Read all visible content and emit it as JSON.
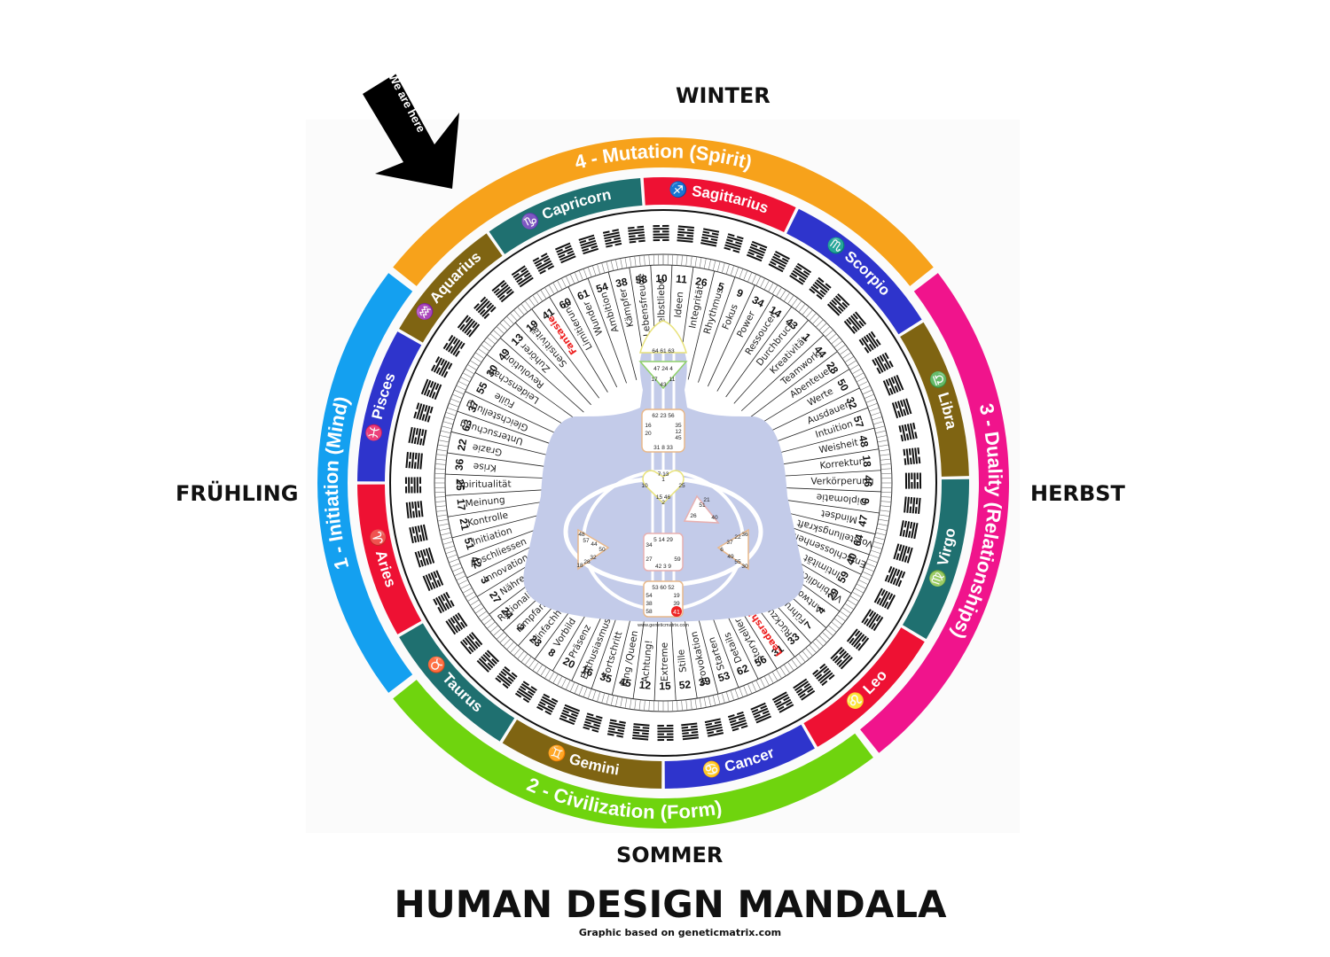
{
  "seasons": {
    "top": "WINTER",
    "bottom": "SOMMER",
    "left": "FRÜHLING",
    "right": "HERBST"
  },
  "title": "HUMAN DESIGN MANDALA",
  "credit": "Graphic based on geneticmatrix.com",
  "marker": {
    "label": "We are here",
    "color": "#000000"
  },
  "watermark": "www.geneticmatrix.com",
  "quarters": [
    {
      "label": "4 - Mutation (Spirit)",
      "color": "#f7a21b",
      "start": -52,
      "end": 52
    },
    {
      "label": "3 - Duality (Relationships)",
      "color": "#f0148c",
      "start": 52,
      "end": 142
    },
    {
      "label": "2 - Civilization (Form)",
      "color": "#6fd40e",
      "start": 142,
      "end": 232
    },
    {
      "label": "1 - Initiation (Mind)",
      "color": "#14a0f0",
      "start": 232,
      "end": 308
    }
  ],
  "zodiac": [
    {
      "name": "Capricorn",
      "symbol": "♑",
      "color": "#1f7070",
      "start": -35,
      "end": -4
    },
    {
      "name": "Sagittarius",
      "symbol": "♐",
      "color": "#ee1133",
      "start": -4,
      "end": 26
    },
    {
      "name": "Scorpio",
      "symbol": "♏",
      "color": "#2e34cc",
      "start": 26,
      "end": 58
    },
    {
      "name": "Libra",
      "symbol": "♎",
      "color": "#7f6412",
      "start": 58,
      "end": 89
    },
    {
      "name": "Virgo",
      "symbol": "♍",
      "color": "#1f7070",
      "start": 89,
      "end": 121
    },
    {
      "name": "Leo",
      "symbol": "♌",
      "color": "#ee1133",
      "start": 121,
      "end": 150
    },
    {
      "name": "Cancer",
      "symbol": "♋",
      "color": "#2e34cc",
      "start": 150,
      "end": 180
    },
    {
      "name": "Gemini",
      "symbol": "♊",
      "color": "#7f6412",
      "start": 180,
      "end": 212
    },
    {
      "name": "Taurus",
      "symbol": "♉",
      "color": "#1f7070",
      "start": 212,
      "end": 240
    },
    {
      "name": "Aries",
      "symbol": "♈",
      "color": "#ee1133",
      "start": 240,
      "end": 270
    },
    {
      "name": "Pisces",
      "symbol": "♓",
      "color": "#2e34cc",
      "start": 270,
      "end": 300
    },
    {
      "name": "Aquarius",
      "symbol": "♒",
      "color": "#7f6412",
      "start": 300,
      "end": 325
    }
  ],
  "gates": [
    {
      "gate": 10,
      "keyword": "Selbstliebe"
    },
    {
      "gate": 11,
      "keyword": "Ideen"
    },
    {
      "gate": 26,
      "keyword": "Integrität"
    },
    {
      "gate": 5,
      "keyword": "Rhythmus"
    },
    {
      "gate": 9,
      "keyword": "Fokus"
    },
    {
      "gate": 34,
      "keyword": "Power"
    },
    {
      "gate": 14,
      "keyword": "Ressoucen"
    },
    {
      "gate": 43,
      "keyword": "Durchbruch"
    },
    {
      "gate": 1,
      "keyword": "Kreativität"
    },
    {
      "gate": 44,
      "keyword": "Teamwork"
    },
    {
      "gate": 28,
      "keyword": "Abenteuer"
    },
    {
      "gate": 50,
      "keyword": "Werte"
    },
    {
      "gate": 32,
      "keyword": "Ausdauer"
    },
    {
      "gate": 57,
      "keyword": "Intuition"
    },
    {
      "gate": 48,
      "keyword": "Weisheit"
    },
    {
      "gate": 18,
      "keyword": "Korrektur"
    },
    {
      "gate": 46,
      "keyword": "Verkörperung"
    },
    {
      "gate": 6,
      "keyword": "Diplomatie"
    },
    {
      "gate": 47,
      "keyword": "Mindset"
    },
    {
      "gate": 64,
      "keyword": "Vorstellungskraft"
    },
    {
      "gate": 40,
      "keyword": "Entschlossenheit"
    },
    {
      "gate": 59,
      "keyword": "Intimität"
    },
    {
      "gate": 29,
      "keyword": "Verbindlichkeit"
    },
    {
      "gate": 4,
      "keyword": "Antworten"
    },
    {
      "gate": 7,
      "keyword": "Führung"
    },
    {
      "gate": 33,
      "keyword": "Rückzug"
    },
    {
      "gate": 31,
      "keyword": "Leadership",
      "highlight": true
    },
    {
      "gate": 56,
      "keyword": "Storyteller"
    },
    {
      "gate": 62,
      "keyword": "Details"
    },
    {
      "gate": 53,
      "keyword": "Starten"
    },
    {
      "gate": 39,
      "keyword": "Provokation"
    },
    {
      "gate": 52,
      "keyword": "Stille"
    },
    {
      "gate": 15,
      "keyword": "Extreme"
    },
    {
      "gate": 12,
      "keyword": "Achtung!"
    },
    {
      "gate": 45,
      "keyword": "King /Queen"
    },
    {
      "gate": 35,
      "keyword": "Fortschritt"
    },
    {
      "gate": 16,
      "keyword": "Enthusiasmus"
    },
    {
      "gate": 20,
      "keyword": "Präsenz"
    },
    {
      "gate": 8,
      "keyword": "Vorbild"
    },
    {
      "gate": 23,
      "keyword": "Einfachheit"
    },
    {
      "gate": 2,
      "keyword": "Empfangen"
    },
    {
      "gate": 24,
      "keyword": "Rationalisieren"
    },
    {
      "gate": 27,
      "keyword": "Nähren"
    },
    {
      "gate": 3,
      "keyword": "Innovation"
    },
    {
      "gate": 42,
      "keyword": "Abschliessen"
    },
    {
      "gate": 51,
      "keyword": "Initiation"
    },
    {
      "gate": 21,
      "keyword": "Kontrolle"
    },
    {
      "gate": 17,
      "keyword": "Meinung"
    },
    {
      "gate": 25,
      "keyword": "Spiritualität"
    },
    {
      "gate": 36,
      "keyword": "Krise"
    },
    {
      "gate": 22,
      "keyword": "Grazie"
    },
    {
      "gate": 63,
      "keyword": "Untersuchung"
    },
    {
      "gate": 37,
      "keyword": "Gleichstellung"
    },
    {
      "gate": 55,
      "keyword": "Fülle"
    },
    {
      "gate": 30,
      "keyword": "Leidenschaft"
    },
    {
      "gate": 49,
      "keyword": "Revolution"
    },
    {
      "gate": 13,
      "keyword": "Zuhörer"
    },
    {
      "gate": 19,
      "keyword": "Sensitivität"
    },
    {
      "gate": 41,
      "keyword": "Fantasie",
      "highlight": true
    },
    {
      "gate": 60,
      "keyword": "Limitierung"
    },
    {
      "gate": 61,
      "keyword": "Wunder"
    },
    {
      "gate": 54,
      "keyword": "Ambition"
    },
    {
      "gate": 38,
      "keyword": "Kämpfer"
    },
    {
      "gate": 58,
      "keyword": "Lebensfreude"
    }
  ],
  "bodygraph": {
    "head": "64 61 63",
    "ajna_top": "47 24 4",
    "ajna_bottom_left": "17",
    "ajna_bottom_right": "11",
    "ajna_bottom": "43",
    "throat_top": "62 23 56",
    "throat_left": [
      "16",
      "20"
    ],
    "throat_right": [
      "35",
      "12",
      "45"
    ],
    "throat_bottom": "31 8 33",
    "g_top": "7  13",
    "g_center": "1",
    "g_left": "10",
    "g_right": "25",
    "g_bottom": "15  46",
    "g_bottom2": "2",
    "ego": [
      "21",
      "51",
      "26",
      "40"
    ],
    "spleen": [
      "48",
      "57",
      "44",
      "50",
      "32",
      "28",
      "18"
    ],
    "solar": [
      "36",
      "22",
      "37",
      "6",
      "49",
      "55",
      "30"
    ],
    "sacral_top": "5 14 29",
    "sacral_left": "34",
    "sacral_left2": "27",
    "sacral_right": "59",
    "sacral_bottom": "42  3  9",
    "root_top": "53 60 52",
    "root_left": [
      "54",
      "38",
      "58"
    ],
    "root_right": [
      "19",
      "39"
    ],
    "root_active": "41"
  },
  "colors": {
    "body": "#c3cbe9",
    "highlight": "#ee2222",
    "ink": "#111111"
  }
}
